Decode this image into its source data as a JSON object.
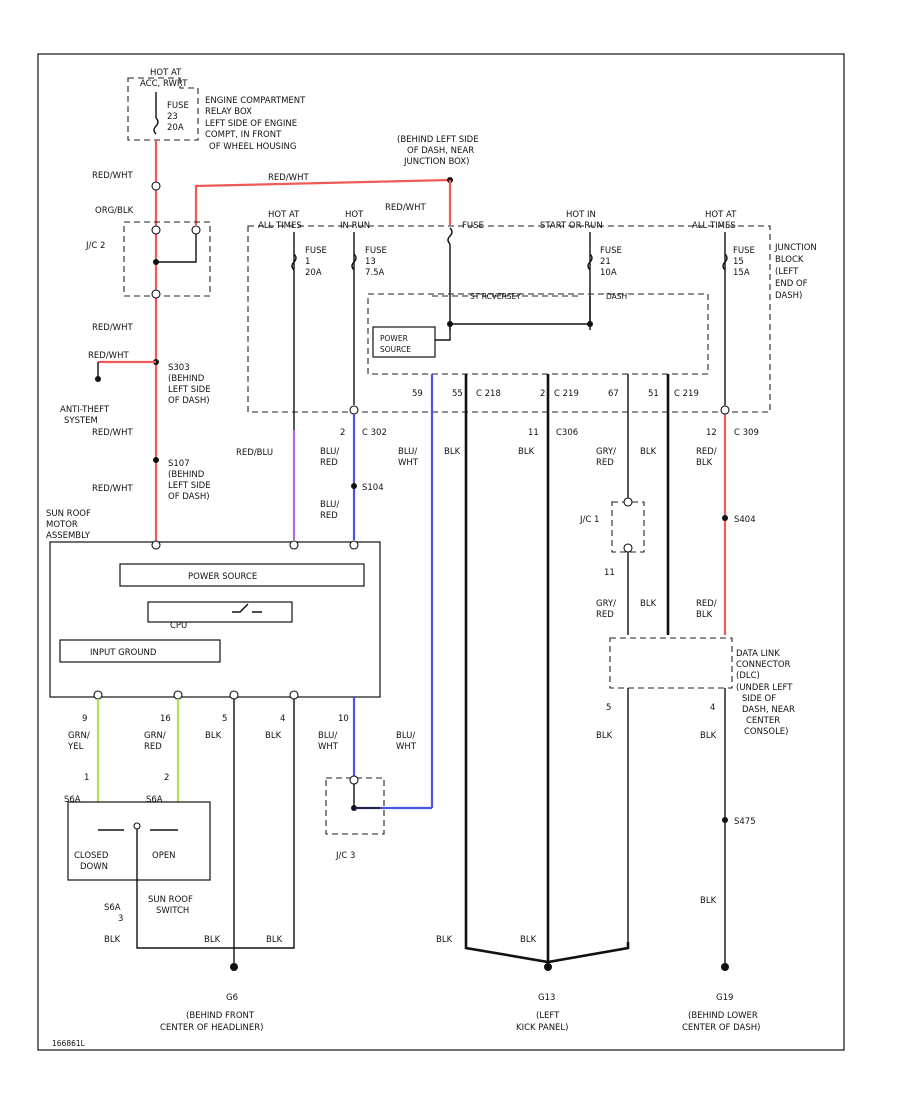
{
  "labels": {
    "hot_acc_top": "HOT AT",
    "hot_acc_bot": "ACC, RWRT",
    "fuse_top": "FUSE",
    "fuse_num": "23",
    "fuse_amp": "20A",
    "eng_box_1": "ENGINE COMPARTMENT",
    "eng_box_2": "RELAY BOX",
    "eng_box_3": "LEFT SIDE OF ENGINE",
    "eng_box_4": "COMPT, IN FRONT",
    "eng_box_5": "OF WHEEL HOUSING",
    "behind_left_1": "(BEHIND LEFT SIDE",
    "behind_left_2": "OF DASH, NEAR",
    "behind_left_3": "JUNCTION BOX)",
    "red_wht_1": "RED/WHT",
    "red_wht_top": "RED/WHT",
    "red_wht_2": "RED/WHT",
    "red_wht_3": "RED/WHT",
    "red_wht_4": "RED/WHT",
    "red_wht_5": "RED/WHT",
    "red_wht_6": "RED/WHT",
    "org_blk": "ORG/BLK",
    "jc2_top": "J/C 2",
    "s303": "S303",
    "s303_1": "(BEHIND",
    "s303_2": "LEFT SIDE",
    "s303_3": "OF DASH)",
    "anti_theft_1": "ANTI-THEFT",
    "anti_theft_2": "SYSTEM",
    "s107": "S107",
    "s107_1": "(BEHIND",
    "s107_2": "LEFT SIDE",
    "s107_3": "OF DASH)",
    "hot_all_a_1": "HOT AT",
    "hot_all_a_2": "ALL TIMES",
    "fuse_a": "FUSE",
    "fuse_a_num": "1",
    "fuse_a_amp": "20A",
    "hot_run_1": "HOT",
    "hot_run_2": "IN RUN",
    "fuse_b": "FUSE",
    "fuse_b_num": "13",
    "fuse_b_amp": "7.5A",
    "fuse_c_label": "FUSE",
    "hot_start_1": "HOT IN",
    "hot_start_2": "START OR RUN",
    "fuse_d": "FUSE",
    "fuse_d_num": "21",
    "fuse_d_amp": "10A",
    "hot_all_b_1": "HOT AT",
    "hot_all_b_2": "ALL TIMES",
    "fuse_e": "FUSE",
    "fuse_e_num": "15",
    "fuse_e_amp": "15A",
    "junction_1": "JUNCTION",
    "junction_2": "BLOCK",
    "junction_3": "(LEFT",
    "junction_4": "END OF",
    "junction_5": "DASH)",
    "relay_label": "ST RCVERSEY",
    "relay_right": "DASH",
    "power_source_1": "POWER",
    "power_source_2": "SOURCE",
    "pin_59": "59",
    "pin_55": "55",
    "c218_a": "C 218",
    "pin_2": "2",
    "c219": "C 219",
    "pin_67": "67",
    "pin_51": "51",
    "c219_b": "C 219",
    "c302_pin": "2",
    "c302": "C 302",
    "c306_pin": "11",
    "c306": "C306",
    "c309_pin": "12",
    "c309": "C 309",
    "red_blu": "RED/BLU",
    "blu_red_1a": "BLU/",
    "blu_red_1b": "RED",
    "s104": "S104",
    "blu_red_2a": "BLU/",
    "blu_red_2b": "RED",
    "blu_wht_a": "BLU/",
    "blu_wht_b": "WHT",
    "blk_a": "BLK",
    "blk_b": "BLK",
    "gry_red_a": "GRY/",
    "gry_red_b": "RED",
    "blk_c": "BLK",
    "red_blk_a": "RED/",
    "red_blk_b": "BLK",
    "s404": "S404",
    "jc1": "J/C 1",
    "jc1_pin": "11",
    "gry_red_2a": "GRY/",
    "gry_red_2b": "RED",
    "blk_d": "BLK",
    "red_blk_2a": "RED/",
    "red_blk_2b": "BLK",
    "sunroof_1": "SUN ROOF",
    "sunroof_2": "MOTOR",
    "sunroof_3": "ASSEMBLY",
    "power_source": "POWER SOURCE",
    "cpu": "CPU",
    "input_ground": "INPUT GROUND",
    "dlc_1": "DATA LINK",
    "dlc_2": "CONNECTOR",
    "dlc_3": "(DLC)",
    "dlc_4": "(UNDER LEFT",
    "dlc_5": "SIDE OF",
    "dlc_6": "DASH, NEAR",
    "dlc_7": "CENTER",
    "dlc_8": "CONSOLE)",
    "pin_9": "9",
    "pin_16": "16",
    "pin_5": "5",
    "pin_4": "4",
    "pin_4b": "4",
    "pin_5b": "5",
    "pin_10": "10",
    "grn_yel_a": "GRN/",
    "grn_yel_b": "YEL",
    "grn_red_a": "GRN/",
    "grn_red_b": "RED",
    "blk_e": "BLK",
    "blk_f": "BLK",
    "blu_wht_2a": "BLU/",
    "blu_wht_2b": "WHT",
    "blu_wht_3a": "BLU/",
    "blu_wht_3b": "WHT",
    "blk_g": "BLK",
    "blk_h": "BLK",
    "sw_pin1": "1",
    "sw_pin2": "2",
    "s6a_1": "S6A",
    "s6a_2": "S6A",
    "closed": "CLOSED",
    "down": "DOWN",
    "open": "OPEN",
    "switch_1": "SUN ROOF",
    "switch_2": "SWITCH",
    "s6a_3": "S6A",
    "sw_pin3": "3",
    "jc3": "J/C 3",
    "s475": "S475",
    "blk_i": "BLK",
    "blk_j": "BLK",
    "blk_k": "BLK",
    "blk_l": "BLK",
    "blk_m": "BLK",
    "blk_n": "BLK",
    "g6": "G6",
    "g6_1": "(BEHIND FRONT",
    "g6_2": "CENTER OF HEADLINER)",
    "g13": "G13",
    "g13_1": "(LEFT",
    "g13_2": "KICK PANEL)",
    "g19": "G19",
    "g19_1": "(BEHIND LOWER",
    "g19_2": "CENTER OF DASH)",
    "figure_id": "166861L"
  },
  "colors": {
    "red_wire": "#ee5a5a",
    "blue_wire": "#4a55e8",
    "purple_wire": "#b46ad8",
    "green_wire": "#b2e05a"
  }
}
